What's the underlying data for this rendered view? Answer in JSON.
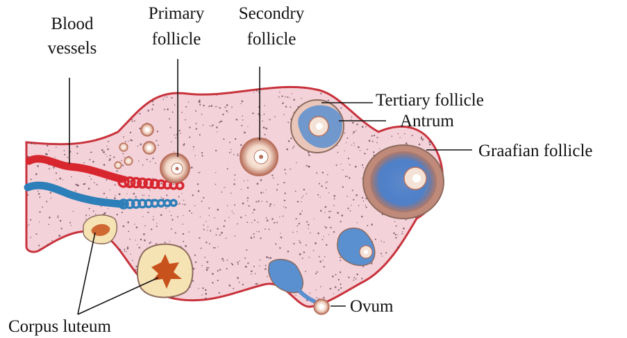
{
  "diagram": {
    "labels": {
      "blood_vessels": [
        "Blood",
        "vessels"
      ],
      "primary_follicle": [
        "Primary",
        "follicle"
      ],
      "secondary_follicle": [
        "Secondry",
        "follicle"
      ],
      "tertiary_follicle": "Tertiary follicle",
      "antrum": "Antrum",
      "graafian_follicle": "Graafian follicle",
      "ovum": "Ovum",
      "corpus_luteum": "Corpus luteum"
    },
    "colors": {
      "ovary_fill": "#f4d2d9",
      "ovary_outline": "#c8323c",
      "artery": "#d8262f",
      "vein": "#2c7fb8",
      "antrum_blue": "#5a8fd0",
      "follicle_ring": "#b76f5b",
      "corpus_luteum_fill": "#f6e3b4",
      "corpus_luteum_core": "#c8521c"
    }
  }
}
